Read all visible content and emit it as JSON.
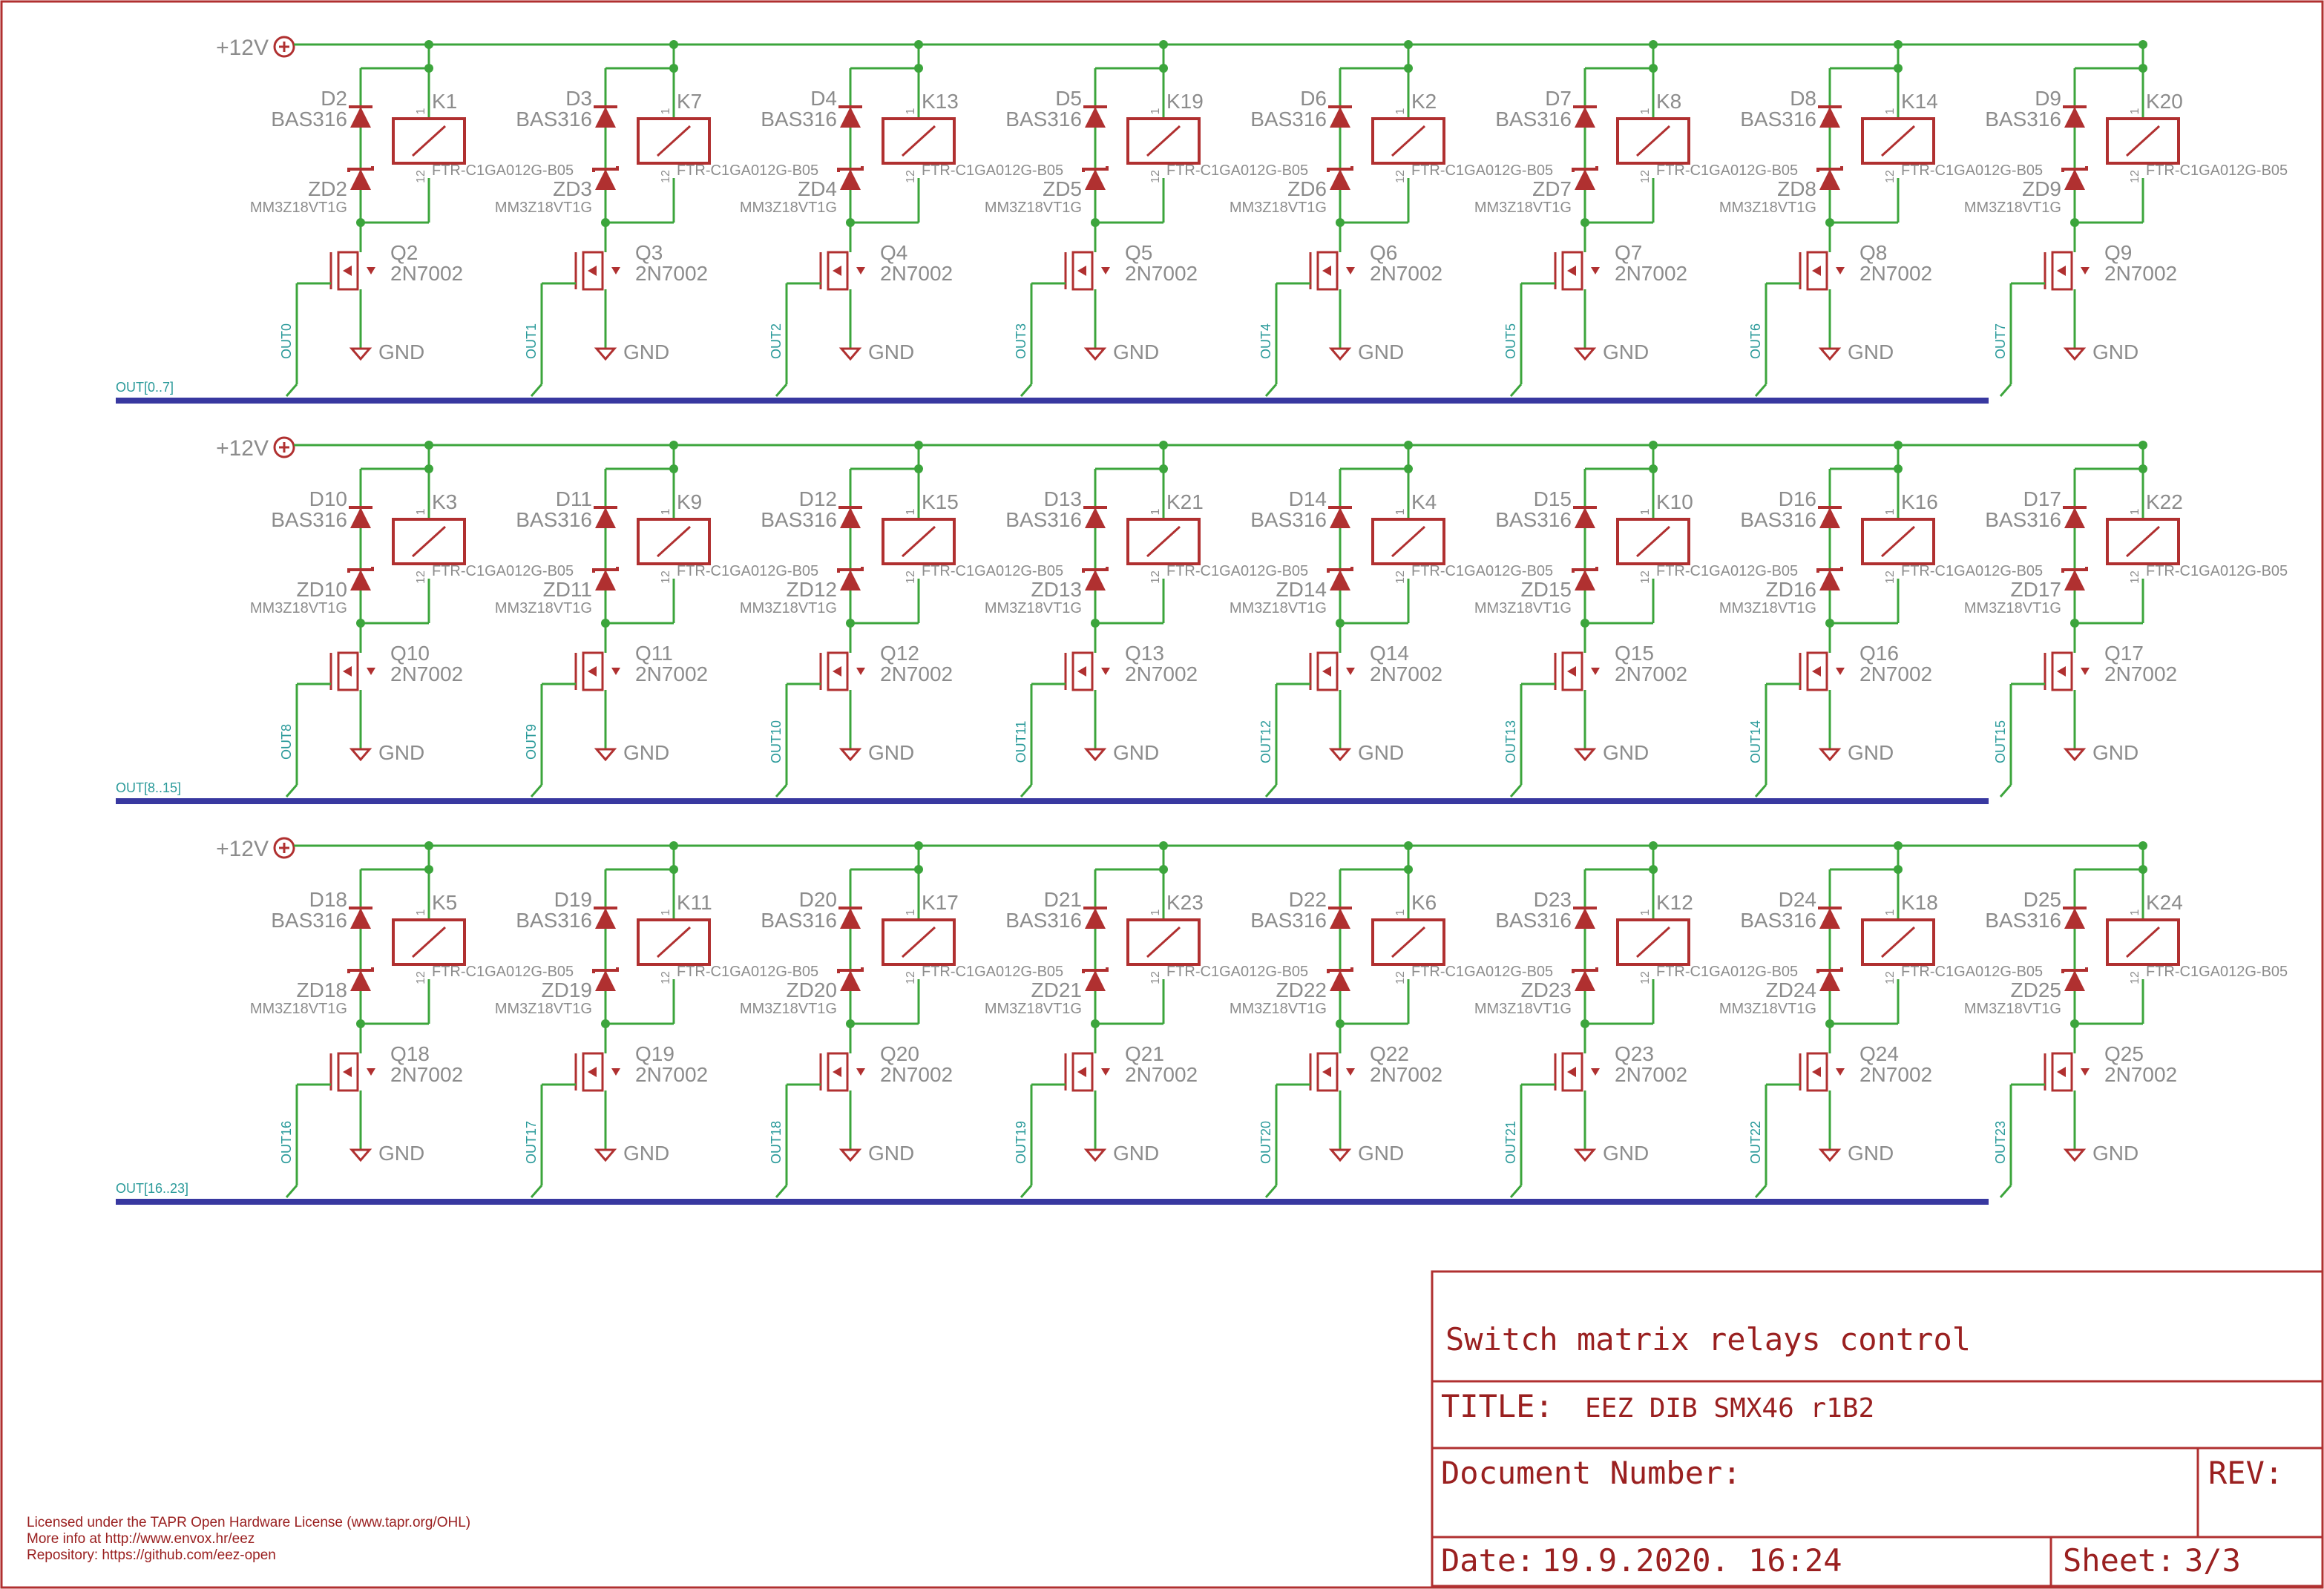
{
  "colors": {
    "frame": "#b03030",
    "wire": "#3ca53c",
    "bus": "#3838a0",
    "symbol": "#b03030",
    "label": "#8c8c8c",
    "net": "#2a9a9a",
    "title": "#9a2020"
  },
  "power_label": "+12V",
  "gnd_label": "GND",
  "pin1": "1",
  "pin2": "12",
  "relay_part": "FTR-C1GA012G-B05",
  "diode_part": "BAS316",
  "zener_part": "MM3Z18VT1G",
  "mosfet_part": "2N7002",
  "rows": [
    {
      "bus": "OUT[0..7]",
      "channels": [
        {
          "d": "D2",
          "k": "K1",
          "zd": "ZD2",
          "q": "Q2",
          "out": "OUT0"
        },
        {
          "d": "D3",
          "k": "K7",
          "zd": "ZD3",
          "q": "Q3",
          "out": "OUT1"
        },
        {
          "d": "D4",
          "k": "K13",
          "zd": "ZD4",
          "q": "Q4",
          "out": "OUT2"
        },
        {
          "d": "D5",
          "k": "K19",
          "zd": "ZD5",
          "q": "Q5",
          "out": "OUT3"
        },
        {
          "d": "D6",
          "k": "K2",
          "zd": "ZD6",
          "q": "Q6",
          "out": "OUT4"
        },
        {
          "d": "D7",
          "k": "K8",
          "zd": "ZD7",
          "q": "Q7",
          "out": "OUT5"
        },
        {
          "d": "D8",
          "k": "K14",
          "zd": "ZD8",
          "q": "Q8",
          "out": "OUT6"
        },
        {
          "d": "D9",
          "k": "K20",
          "zd": "ZD9",
          "q": "Q9",
          "out": "OUT7"
        }
      ]
    },
    {
      "bus": "OUT[8..15]",
      "channels": [
        {
          "d": "D10",
          "k": "K3",
          "zd": "ZD10",
          "q": "Q10",
          "out": "OUT8"
        },
        {
          "d": "D11",
          "k": "K9",
          "zd": "ZD11",
          "q": "Q11",
          "out": "OUT9"
        },
        {
          "d": "D12",
          "k": "K15",
          "zd": "ZD12",
          "q": "Q12",
          "out": "OUT10"
        },
        {
          "d": "D13",
          "k": "K21",
          "zd": "ZD13",
          "q": "Q13",
          "out": "OUT11"
        },
        {
          "d": "D14",
          "k": "K4",
          "zd": "ZD14",
          "q": "Q14",
          "out": "OUT12"
        },
        {
          "d": "D15",
          "k": "K10",
          "zd": "ZD15",
          "q": "Q15",
          "out": "OUT13"
        },
        {
          "d": "D16",
          "k": "K16",
          "zd": "ZD16",
          "q": "Q16",
          "out": "OUT14"
        },
        {
          "d": "D17",
          "k": "K22",
          "zd": "ZD17",
          "q": "Q17",
          "out": "OUT15"
        }
      ]
    },
    {
      "bus": "OUT[16..23]",
      "channels": [
        {
          "d": "D18",
          "k": "K5",
          "zd": "ZD18",
          "q": "Q18",
          "out": "OUT16"
        },
        {
          "d": "D19",
          "k": "K11",
          "zd": "ZD19",
          "q": "Q19",
          "out": "OUT17"
        },
        {
          "d": "D20",
          "k": "K17",
          "zd": "ZD20",
          "q": "Q20",
          "out": "OUT18"
        },
        {
          "d": "D21",
          "k": "K23",
          "zd": "ZD21",
          "q": "Q21",
          "out": "OUT19"
        },
        {
          "d": "D22",
          "k": "K6",
          "zd": "ZD22",
          "q": "Q22",
          "out": "OUT20"
        },
        {
          "d": "D23",
          "k": "K12",
          "zd": "ZD23",
          "q": "Q23",
          "out": "OUT21"
        },
        {
          "d": "D24",
          "k": "K18",
          "zd": "ZD24",
          "q": "Q24",
          "out": "OUT22"
        },
        {
          "d": "D25",
          "k": "K24",
          "zd": "ZD25",
          "q": "Q25",
          "out": "OUT23"
        }
      ]
    }
  ],
  "title_block": {
    "description": "Switch matrix relays control",
    "title_label": "TITLE:",
    "title_value": "EEZ DIB SMX46 r1B2",
    "doc_label": "Document Number:",
    "rev_label": "REV:",
    "date_label": "Date:",
    "date_value": "19.9.2020. 16:24",
    "sheet_label": "Sheet:",
    "sheet_value": "3/3"
  },
  "license": {
    "line1": "Licensed under the TAPR Open Hardware License (www.tapr.org/OHL)",
    "line2": "More info at http://www.envox.hr/eez",
    "line3": "Repository: https://github.com/eez-open"
  }
}
